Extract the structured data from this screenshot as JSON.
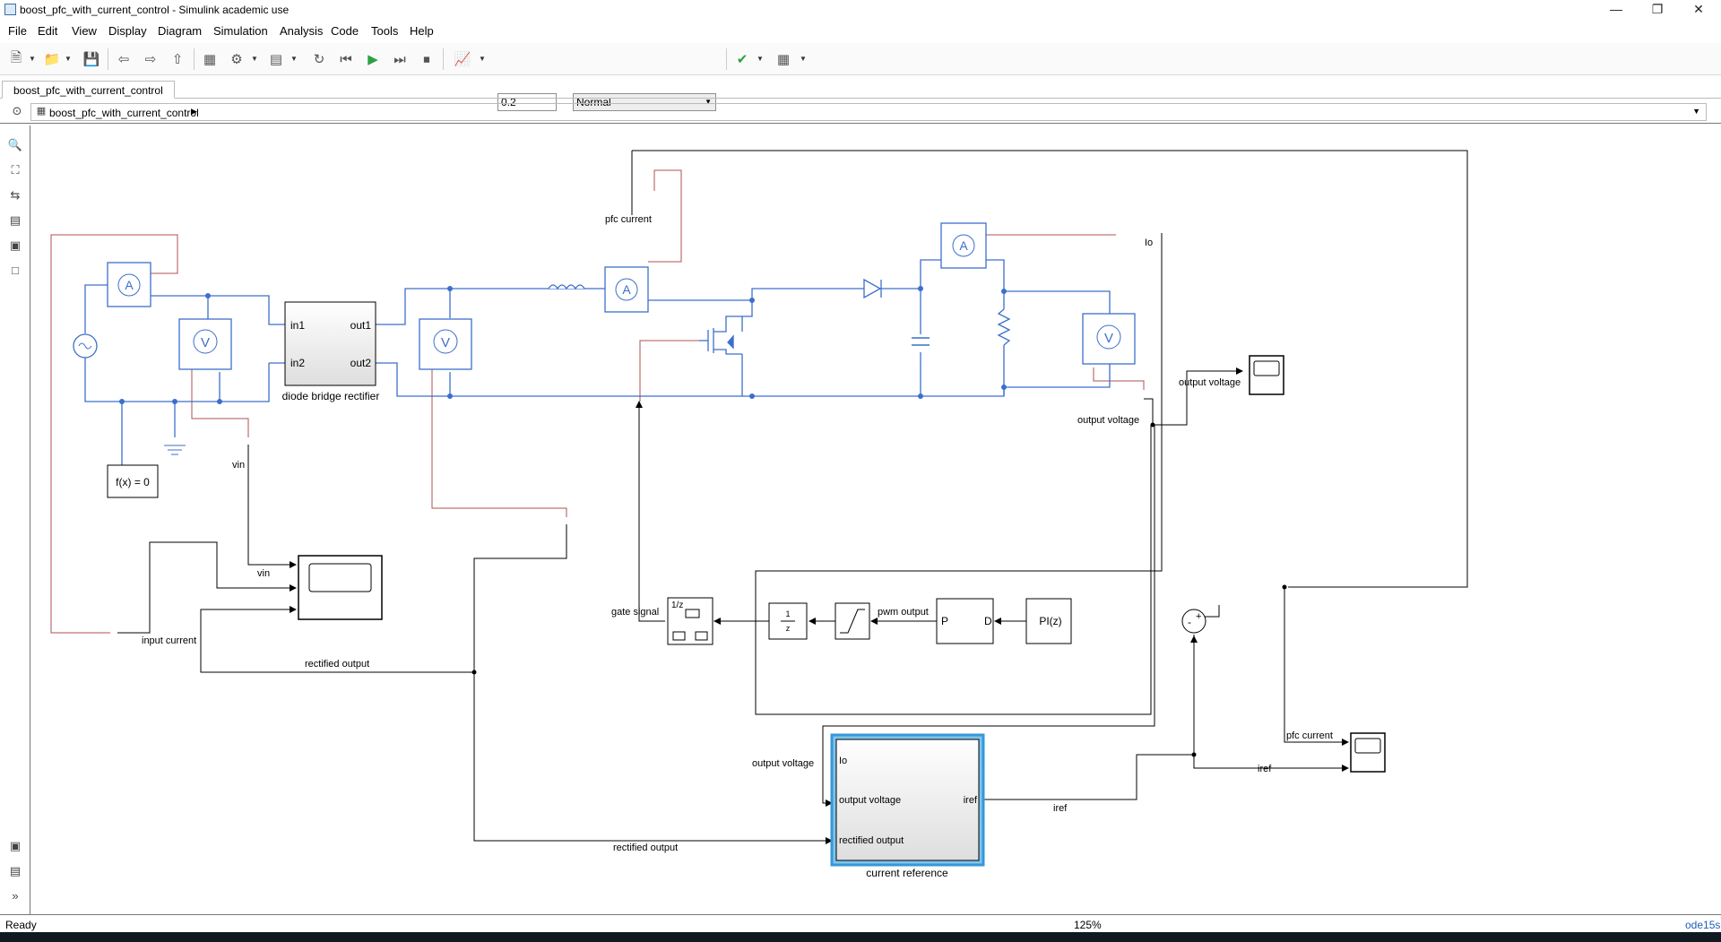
{
  "window": {
    "title": "boost_pfc_with_current_control - Simulink academic use"
  },
  "menu": [
    "File",
    "Edit",
    "View",
    "Display",
    "Diagram",
    "Simulation",
    "Analysis",
    "Code",
    "Tools",
    "Help"
  ],
  "toolbar": {
    "stop_time": "0.2",
    "sim_mode": "Normal"
  },
  "tab": {
    "label": "boost_pfc_with_current_control"
  },
  "breadcrumb": {
    "model": "boost_pfc_with_current_control"
  },
  "diagram": {
    "rectifier": {
      "label": "diode bridge rectifier",
      "in1": "in1",
      "in2": "in2",
      "out1": "out1",
      "out2": "out2"
    },
    "solver_block": "f(x) = 0",
    "ammeter": "A",
    "voltmeter": "V",
    "signals": {
      "pfc_current": "pfc current",
      "io": "Io",
      "vin": "vin",
      "vin_scope": "vin",
      "input_current": "input current",
      "rectified_output": "rectified output",
      "rectified_output_bottom": "rectified output",
      "gate_signal": "gate signal",
      "pwm_output": "pwm output",
      "output_voltage": "output voltage",
      "output_voltage_scope": "output voltage",
      "output_voltage_ref": "output voltage",
      "pfc_current_scope": "pfc current",
      "iref": "iref",
      "iref_scope": "iref"
    },
    "pwm_block": {
      "p": "P",
      "d": "D"
    },
    "pi_block": "PI(z)",
    "zoh_block": "1/z",
    "current_reference": {
      "label": "current reference",
      "port1": "Io",
      "port2": "output voltage",
      "port3": "rectified output",
      "out": "iref"
    },
    "sum_signs": {
      "minus": "-",
      "plus": "+"
    }
  },
  "status": {
    "left": "Ready",
    "zoom": "125%",
    "solver": "ode15s"
  }
}
